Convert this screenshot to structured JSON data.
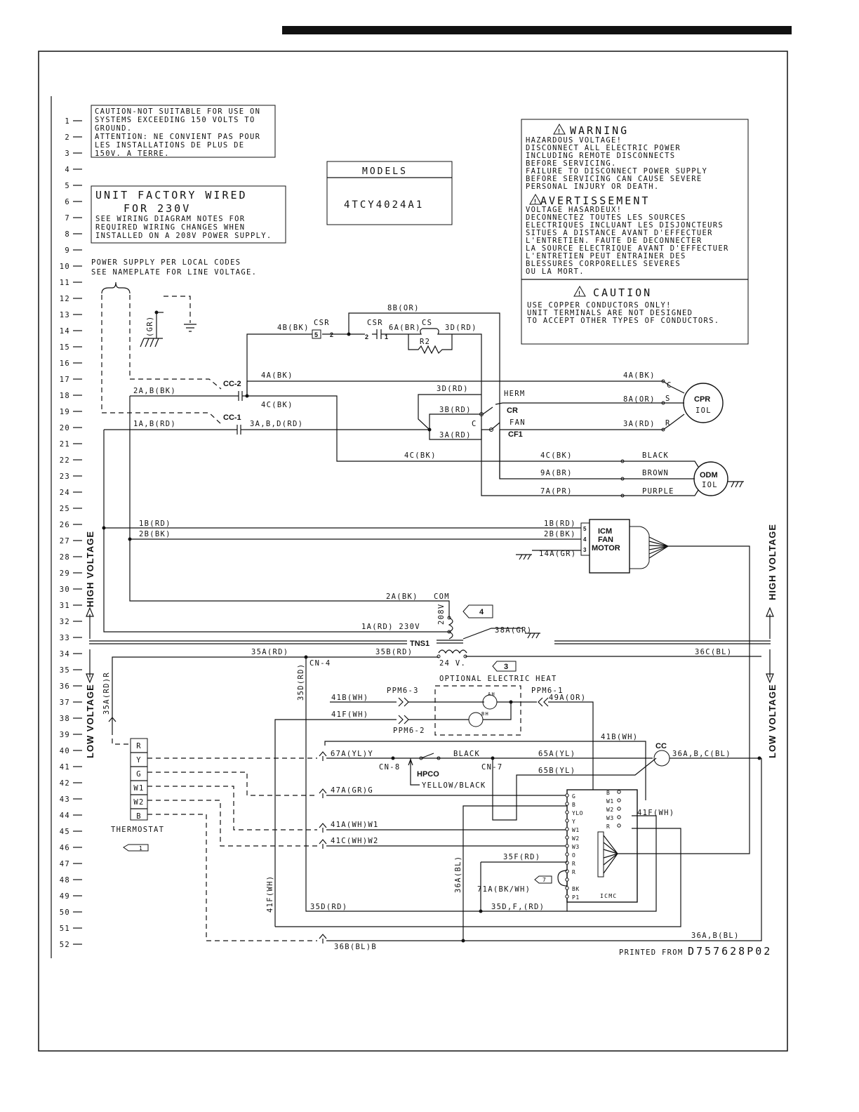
{
  "row_numbers": [
    "1",
    "2",
    "3",
    "4",
    "5",
    "6",
    "7",
    "8",
    "9",
    "10",
    "11",
    "12",
    "13",
    "14",
    "15",
    "16",
    "17",
    "18",
    "19",
    "20",
    "21",
    "22",
    "23",
    "24",
    "25",
    "26",
    "27",
    "28",
    "29",
    "30",
    "31",
    "32",
    "33",
    "34",
    "35",
    "36",
    "37",
    "38",
    "39",
    "40",
    "41",
    "42",
    "43",
    "44",
    "45",
    "46",
    "47",
    "48",
    "49",
    "50",
    "51",
    "52"
  ],
  "caution_note": {
    "lines": [
      "CAUTION-NOT SUITABLE FOR USE ON",
      "SYSTEMS EXCEEDING 150 VOLTS TO",
      "GROUND.",
      "ATTENTION: NE CONVIENT PAS POUR",
      "LES INSTALLATIONS DE PLUS DE",
      "150V. A TERRE."
    ]
  },
  "models_box": {
    "heading": "MODELS",
    "model": "4TCY4024A1"
  },
  "factory_note": {
    "title1": "UNIT FACTORY WIRED",
    "title2": "FOR 230V",
    "lines": [
      "SEE WIRING DIAGRAM NOTES FOR",
      "REQUIRED WIRING CHANGES WHEN",
      "INSTALLED ON A 208V POWER SUPPLY."
    ]
  },
  "power_note": [
    "POWER SUPPLY PER LOCAL CODES",
    "SEE NAMEPLATE FOR LINE VOLTAGE."
  ],
  "warning_box": {
    "warning_title": "WARNING",
    "warning_lines": [
      "HAZARDOUS VOLTAGE!",
      "DISCONNECT ALL ELECTRIC POWER",
      "INCLUDING REMOTE DISCONNECTS",
      "BEFORE SERVICING.",
      "FAILURE TO DISCONNECT POWER SUPPLY",
      "BEFORE SERVICING CAN CAUSE SEVERE",
      "PERSONAL INJURY OR DEATH."
    ],
    "avert_title": "AVERTISSEMENT",
    "avert_lines": [
      "VOLTAGE HASARDEUX!",
      "DECONNECTEZ TOUTES LES SOURCES",
      "ELECTRIQUES INCLUANT LES DISJONCTEURS",
      "SITUES A DISTANCE AVANT D'EFFECTUER",
      "L'ENTRETIEN. FAUTE DE DECONNECTER",
      "LA SOURCE ELECTRIQUE AVANT D'EFFECTUER",
      "L'ENTRETIEN PEUT ENTRAINER DES",
      "BLESSURES CORPORELLES SEVERES",
      "OU LA MORT."
    ],
    "caution_title": "CAUTION",
    "caution_lines": [
      "USE COPPER CONDUCTORS ONLY!",
      "UNIT TERMINALS ARE NOT DESIGNED",
      "TO ACCEPT OTHER TYPES OF CONDUCTORS."
    ]
  },
  "side_labels": {
    "high": "HIGH VOLTAGE",
    "low": "LOW VOLTAGE"
  },
  "components": {
    "cc2": "CC-2",
    "cc1": "CC-1",
    "csr1": "CSR",
    "csr2": "CSR",
    "cs": "CS",
    "r2": "R2",
    "cpr": "CPR",
    "cpr_iol": "IOL",
    "cr": "CR",
    "herm": "HERM",
    "cf1": "CF1",
    "fan": "FAN",
    "odm": "ODM",
    "odm_iol": "IOL",
    "icm1": "ICM",
    "icm2": "FAN",
    "icm3": "MOTOR",
    "tns1": "TNS1",
    "com": "COM",
    "v208": "208V",
    "v24": "24 V.",
    "hpco": "HPCO",
    "cc": "CC",
    "thermostat": "THERMOSTAT",
    "icmc": "ICMC",
    "gr": "(GR)",
    "opt_heat": "OPTIONAL ELECTRIC HEAT",
    "ah": "AH",
    "bh": "BH",
    "c1": "C",
    "c2": "C",
    "s": "S",
    "r": "R",
    "n5": "5",
    "n2": "2",
    "n2b": "2",
    "n1": "1"
  },
  "wire_labels": {
    "w8b": "8B(OR)",
    "w4b": "4B(BK)",
    "w6a": "6A(BR)",
    "w3d": "3D(RD)",
    "w4a": "4A(BK)",
    "w4a2": "4A(BK)",
    "w2ab": "2A,B(BK)",
    "w4c": "4C(BK)",
    "w3d2": "3D(RD)",
    "w8a": "8A(OR)",
    "w3b": "3B(RD)",
    "w1ab": "1A,B(RD)",
    "w3abd": "3A,B,D(RD)",
    "w3a": "3A(RD)",
    "w3a2": "3A(RD)",
    "w4c2": "4C(BK)",
    "w4c3": "4C(BK)",
    "black": "BLACK",
    "w9a": "9A(BR)",
    "brown": "BROWN",
    "w7a": "7A(PR)",
    "purple": "PURPLE",
    "w1b": "1B(RD)",
    "w1b2": "1B(RD)",
    "w2b": "2B(BK)",
    "w2b2": "2B(BK)",
    "w14a": "14A(GR)",
    "w2a": "2A(BK)",
    "w1a": "1A(RD) 230V",
    "w38a": "38A(GR)",
    "w35a": "35A(RD)",
    "w35b": "35B(RD)",
    "w36c": "36C(BL)",
    "cn4": "CN-4",
    "w35d": "35D(RD)",
    "w35ar": "35A(RD)R",
    "w41b": "41B(WH)",
    "ppm63": "PPM6-3",
    "ppm61": "PPM6-1",
    "w49a": "49A(OR)",
    "w41f": "41F(WH)",
    "ppm62": "PPM6-2",
    "w41b2": "41B(WH)",
    "w67a": "67A(YL)Y",
    "black2": "BLACK",
    "w65a": "65A(YL)",
    "w36abc": "36A,B,C(BL)",
    "cn8": "CN-8",
    "cn7": "CN-7",
    "w65b": "65B(YL)",
    "yb": "YELLOW/BLACK",
    "w47a": "47A(GR)G",
    "w41f2": "41F(WH)",
    "w41a": "41A(WH)W1",
    "w41c": "41C(WH)W2",
    "w35f": "35F(RD)",
    "w71a": "71A(BK/WH)",
    "w36a": "36A(BL)",
    "w41f3": "41F(WH)",
    "w35d2": "35D(RD)",
    "w35df": "35D,F,(RD)",
    "w36ab": "36A,B(BL)",
    "w36b": "36B(BL)B"
  },
  "thermostat_terminals": [
    "R",
    "Y",
    "G",
    "W1",
    "W2",
    "B"
  ],
  "icmc_left_terminals": [
    "G",
    "B",
    "YLO",
    "Y",
    "W1",
    "W2",
    "W3",
    "O",
    "R",
    "R",
    "",
    "BK",
    "P1"
  ],
  "icmc_right_terminals": [
    "B",
    "W1",
    "W2",
    "W3",
    "R"
  ],
  "tags": {
    "t4": "4",
    "t3": "3",
    "t7": "7",
    "t1": "1"
  },
  "footer": {
    "printed_from": "PRINTED FROM",
    "doc_number": "D757628P02"
  }
}
